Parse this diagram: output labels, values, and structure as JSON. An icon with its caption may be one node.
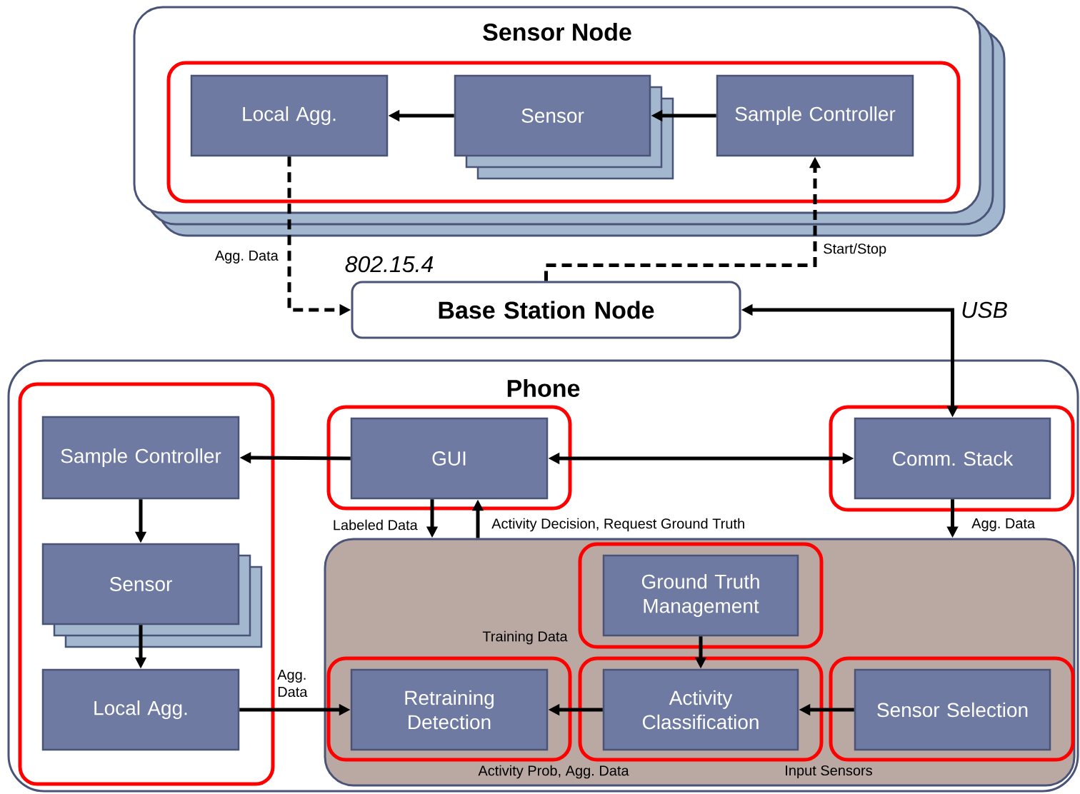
{
  "diagram": {
    "nodes": [
      {
        "text": [
          "Sensor Node"
        ]
      },
      {
        "text": [],
        "shape": "box",
        "in": 0
      },
      {
        "text": [
          "Local Agg."
        ],
        "in": 1
      },
      {
        "text": [
          "Sensor"
        ],
        "in": 1
      },
      {
        "text": [
          "Sample Controller"
        ],
        "in": 1
      },
      {
        "text": [
          "Base Station Node"
        ]
      },
      {
        "text": [
          "Phone"
        ]
      },
      {
        "text": [],
        "shape": "box",
        "in": 6
      },
      {
        "text": [
          "Sample Controller"
        ],
        "in": 7
      },
      {
        "text": [
          "Sensor"
        ],
        "in": 7
      },
      {
        "text": [
          "Local Agg."
        ],
        "in": 7
      },
      {
        "text": [],
        "shape": "box",
        "in": 6
      },
      {
        "text": [
          "GUI"
        ],
        "in": 11
      },
      {
        "text": [],
        "shape": "box",
        "in": 6
      },
      {
        "text": [
          "Comm. Stack"
        ],
        "in": 13
      },
      {
        "text": [],
        "shape": "box",
        "in": 6
      },
      {
        "text": [],
        "shape": "box",
        "in": 15
      },
      {
        "text": [
          "Ground Truth Management"
        ],
        "in": 16
      },
      {
        "text": [],
        "shape": "box",
        "in": 15
      },
      {
        "text": [
          "Retraining Detection"
        ],
        "in": 18
      },
      {
        "text": [],
        "shape": "box",
        "in": 15
      },
      {
        "text": [
          "Activity Classification"
        ],
        "in": 20
      },
      {
        "text": [],
        "shape": "box",
        "in": 15
      },
      {
        "text": [
          "Sensor Selection"
        ],
        "in": 22
      }
    ],
    "edges": [
      {
        "from": 4,
        "to": 3,
        "arrow": "to"
      },
      {
        "from": 3,
        "to": 2,
        "arrow": "to"
      },
      {
        "from": 2,
        "to": 5,
        "arrow": "to",
        "style": "dashed",
        "label": "Agg. Data"
      },
      {
        "from": 5,
        "to": 4,
        "arrow": "to",
        "style": "dashed",
        "label": "Start/Stop"
      },
      {
        "from": 14,
        "to": 5,
        "arrow": "both",
        "label": "USB"
      },
      {
        "from": 12,
        "to": 8,
        "arrow": "to"
      },
      {
        "from": 12,
        "to": 14,
        "arrow": "both"
      },
      {
        "from": 12,
        "to": 15,
        "arrow": "to",
        "label": "Labeled Data"
      },
      {
        "from": 15,
        "to": 12,
        "arrow": "to",
        "label": "Activity Decision, Request Ground Truth"
      },
      {
        "from": 14,
        "to": 15,
        "arrow": "to",
        "label": "Agg. Data"
      },
      {
        "from": 8,
        "to": 9,
        "arrow": "to"
      },
      {
        "from": 9,
        "to": 10,
        "arrow": "to"
      },
      {
        "from": 10,
        "to": 19,
        "arrow": "to",
        "label": "Agg. Data"
      },
      {
        "from": 17,
        "to": 21,
        "arrow": "to"
      },
      {
        "from": 21,
        "to": 19,
        "arrow": "to"
      },
      {
        "from": 23,
        "to": 21,
        "arrow": "to"
      }
    ],
    "labels": [
      "802.15.4",
      "Training Data",
      "Activity Prob, Agg. Data",
      "Input Sensors"
    ]
  }
}
